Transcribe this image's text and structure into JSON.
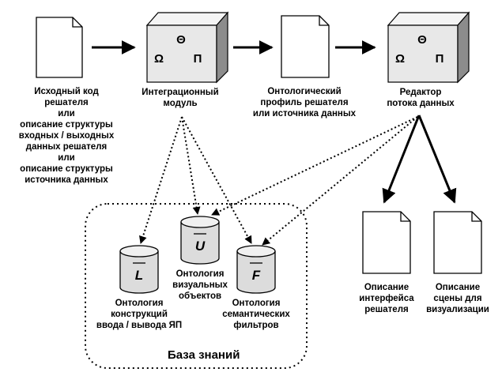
{
  "nodes": {
    "source_doc": {
      "label": "Исходный код\nрешателя\nили\nописание структуры\nвходных / выходных\nданных решателя\nили\nописание структуры\nисточника данных"
    },
    "integration_module": {
      "label": "Интеграционный\nмодуль",
      "symbols": [
        "Θ",
        "Ω",
        "П"
      ]
    },
    "ontology_profile": {
      "label": "Онтологический\nпрофиль решателя\nили источника данных"
    },
    "dataflow_editor": {
      "label": "Редактор\nпотока данных",
      "symbols": [
        "Θ",
        "Ω",
        "П"
      ]
    },
    "ui_description": {
      "label": "Описание\nинтерфейса\nрешателя"
    },
    "scene_description": {
      "label": "Описание\nсцены для\nвизуализации"
    }
  },
  "knowledge_base": {
    "title": "База знаний",
    "ontologies": [
      {
        "symbol": "L",
        "label": "Онтология\nконструкций\nввода / вывода ЯП"
      },
      {
        "symbol": "U",
        "label": "Онтология\nвизуальных\nобъектов"
      },
      {
        "symbol": "F",
        "label": "Онтология\nсемантических\nфильтров"
      }
    ]
  },
  "colors": {
    "cube_face": "#e8e8e8",
    "cube_top": "#f4f4f4",
    "cube_side": "#8c8c8c",
    "cylinder_fill": "#dcdcdc",
    "line": "#000000"
  }
}
